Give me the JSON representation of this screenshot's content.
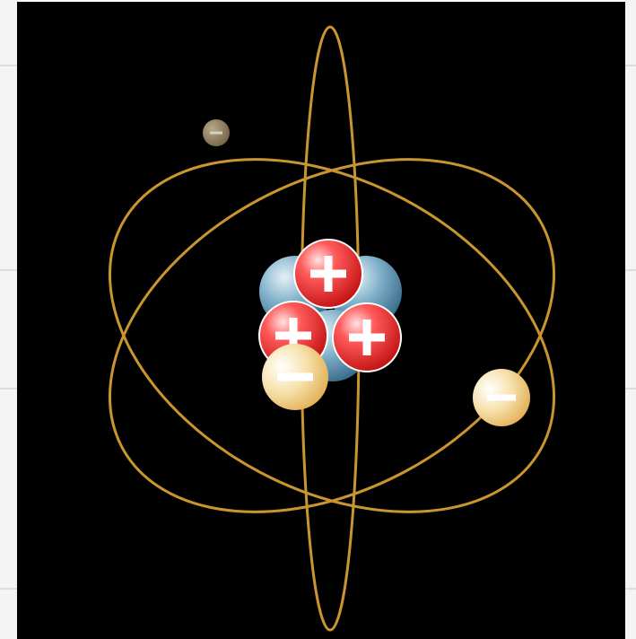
{
  "scene": {
    "subject": "atom",
    "background_color": "#000000",
    "orbit_color": "#c9952e",
    "proton_color": "#e02020",
    "neutron_color": "#4f86a6",
    "electron_color": "#f2c670",
    "proton_symbol": "+",
    "electron_symbol": "−",
    "counts": {
      "protons": 3,
      "neutrons": 3,
      "electrons": 3,
      "orbits": 3
    }
  }
}
